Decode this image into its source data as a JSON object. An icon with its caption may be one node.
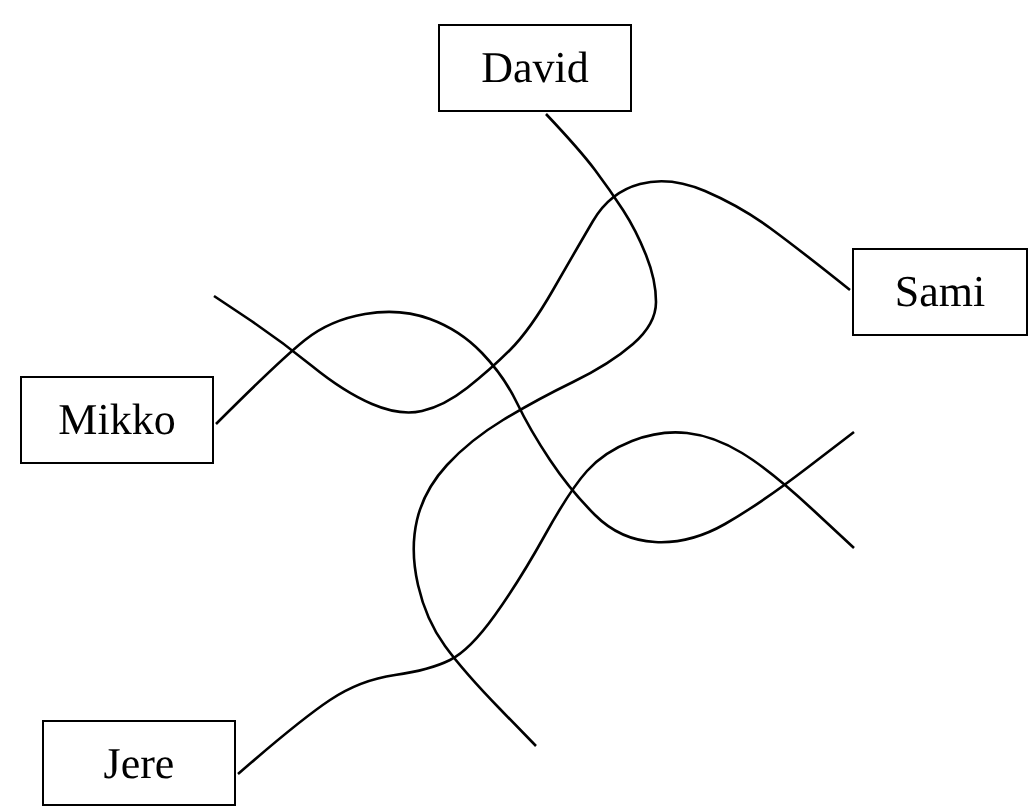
{
  "diagram": {
    "nodes": [
      {
        "text": [
          "David"
        ]
      },
      {
        "text": [
          "Sami"
        ]
      },
      {
        "text": [
          "Mikko"
        ]
      },
      {
        "text": [
          "Jere"
        ]
      }
    ],
    "edges": [
      {
        "from": 0,
        "to": null,
        "arrow": "none"
      },
      {
        "from": 1,
        "to": null,
        "arrow": "none"
      },
      {
        "from": 2,
        "to": null,
        "arrow": "none"
      },
      {
        "from": 3,
        "to": null,
        "arrow": "none"
      }
    ]
  }
}
